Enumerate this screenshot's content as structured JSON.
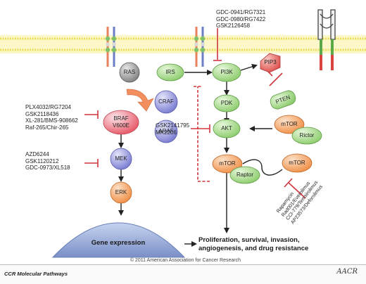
{
  "drugs": {
    "pi3k": [
      "GDC-0941/RG7321",
      "GDC-0980/RG7422",
      "GSK2126458"
    ],
    "braf": [
      "PLX4032/RG7204",
      "GSK2118436",
      "XL-281/BMS-908662",
      "Raf-265/Chir-265"
    ],
    "mek": [
      "AZD6244",
      "GSK1120212",
      "GDC-0973/XL518"
    ],
    "akt": [
      "GSK2141795",
      "MK2206"
    ],
    "mtor": [
      "Rapamycin",
      "Rad001/Everolimus",
      "CCI-779/Temsirolimus",
      "AP23573/Deforolimus"
    ]
  },
  "nodes": {
    "ras": "RAS",
    "craf": "CRAF",
    "braf_line1": "BRAF",
    "braf_line2": "V600E",
    "araf": "ARAF",
    "mek": "MEK",
    "erk": "ERK",
    "irs": "IRS",
    "pi3k": "PI3K",
    "pip3": "PIP3",
    "pdk": "PDK",
    "pten": "PTEN",
    "akt": "AKT",
    "mtor_top": "mTOR",
    "rictor": "Rictor",
    "mtor_right": "mTOR",
    "mtor_left": "mTOR",
    "raptor": "Raptor"
  },
  "gene_expression": "Gene expression",
  "outcome": [
    "Proliferation, survival, invasion,",
    "angiogenesis, and drug resistance"
  ],
  "footer": {
    "journal": "CCR Molecular Pathways",
    "copyright": "© 2011 American Association for Cancer Research",
    "logo": "AACR"
  },
  "colors": {
    "membrane": "#f7ec74",
    "ras_pathway": "#8e8fd9",
    "pi3k_pathway": "#a6d98c",
    "mtor_complex": "#f3a86f",
    "pip3": "#e8605e",
    "inhibitor": "#d0363e",
    "gene_expression": "#8da1cf"
  }
}
